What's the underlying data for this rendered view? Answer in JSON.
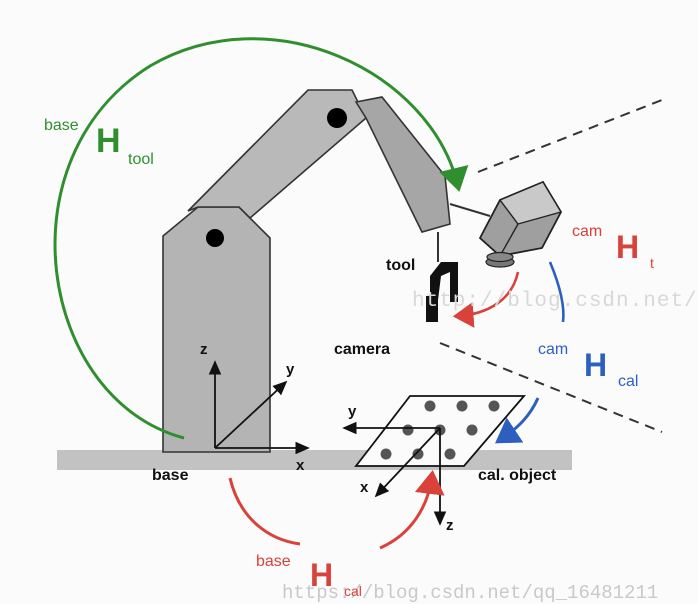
{
  "labels": {
    "base_htool": {
      "sup": "base",
      "main": "H",
      "sub": "tool"
    },
    "cam_ht": {
      "sup": "cam",
      "main": "H",
      "sub": "t"
    },
    "cam_hcal": {
      "sup": "cam",
      "main": "H",
      "sub": "cal"
    },
    "base_hcal": {
      "sup": "base",
      "main": "H",
      "sub": "cal"
    },
    "tool": "tool",
    "camera": "camera",
    "base": "base",
    "cal_object": "cal. object",
    "robot_axes": {
      "z": "z",
      "y": "y",
      "x": "x"
    },
    "object_axes": {
      "y": "y",
      "x": "x",
      "z": "z"
    }
  },
  "watermarks": {
    "center": "http://blog.csdn.net/",
    "bottom": "https://blog.csdn.net/qq_16481211"
  },
  "colors": {
    "green": "#2f8f2f",
    "red": "#d8423a",
    "blue": "#2d5fc0",
    "arm_fill": "#b4b4b4",
    "arm_stroke": "#333333",
    "base_bar": "#c2c2c2",
    "ink": "#111111"
  }
}
